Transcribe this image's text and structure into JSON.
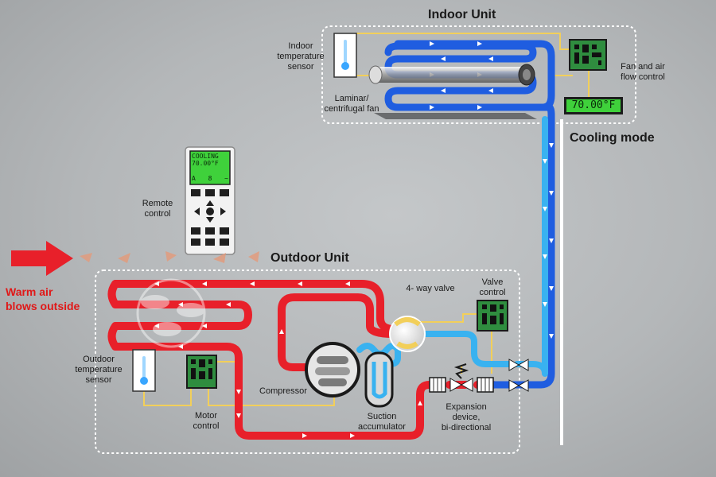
{
  "titles": {
    "indoor_unit": "Indoor Unit",
    "outdoor_unit": "Outdoor Unit",
    "mode": "Cooling mode"
  },
  "labels": {
    "indoor_temperature_sensor": "Indoor\ntemperature\nsensor",
    "fan": "Laminar/\ncentrifugal fan",
    "fan_air_flow_control": "Fan and air\nflow control",
    "remote_control": "Remote\ncontrol",
    "warm_air": "Warm air\nblows outside",
    "four_way_valve": "4- way valve",
    "valve_control": "Valve\ncontrol",
    "outdoor_temperature_sensor": "Outdoor\ntemperature\nsensor",
    "motor_control": "Motor\ncontrol",
    "compressor": "Compressor",
    "suction_accumulator": "Suction\naccumulator",
    "expansion_device": "Expansion\ndevice,\nbi-directional"
  },
  "thermostat_display": "70.00°F",
  "remote_screen": {
    "line1": "COOLING",
    "line2": "70.00°F",
    "line3a": "A",
    "line3b": "8",
    "line3c": "~"
  },
  "colors": {
    "hot_line": "#e8202a",
    "cold_line": "#1f5de0",
    "cool_liquid_line": "#39b2f0",
    "signal_wire": "#f2cf5a",
    "lcd_green": "#3fd13b",
    "warm_arrow": "#e8202a"
  }
}
